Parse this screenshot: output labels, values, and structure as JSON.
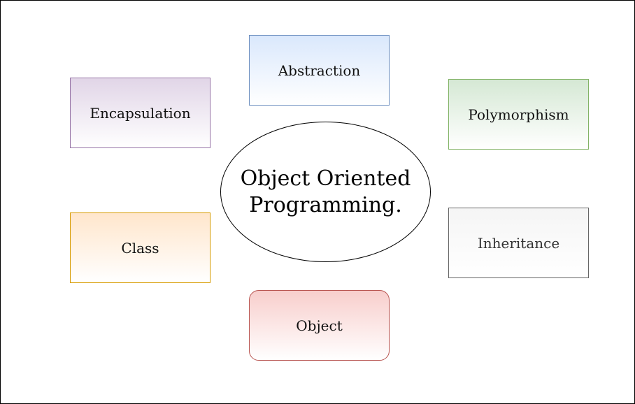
{
  "diagram": {
    "center": {
      "label": "Object Oriented\nProgramming.",
      "shape": "ellipse",
      "border_color": "#000000"
    },
    "nodes": {
      "abstraction": {
        "label": "Abstraction",
        "fill": "#dae8fc",
        "border_color": "#6c8ebf"
      },
      "encapsulation": {
        "label": "Encapsulation",
        "fill": "#e1d5e7",
        "border_color": "#9673a6"
      },
      "polymorphism": {
        "label": "Polymorphism",
        "fill": "#d5e8d4",
        "border_color": "#82b366"
      },
      "class": {
        "label": "Class",
        "fill": "#ffe6cc",
        "border_color": "#d79b00"
      },
      "inheritance": {
        "label": "Inheritance",
        "fill": "#f5f5f5",
        "border_color": "#666666"
      },
      "object": {
        "label": "Object",
        "fill": "#f8cecc",
        "border_color": "#b85450",
        "shape": "rounded-rectangle"
      }
    }
  }
}
